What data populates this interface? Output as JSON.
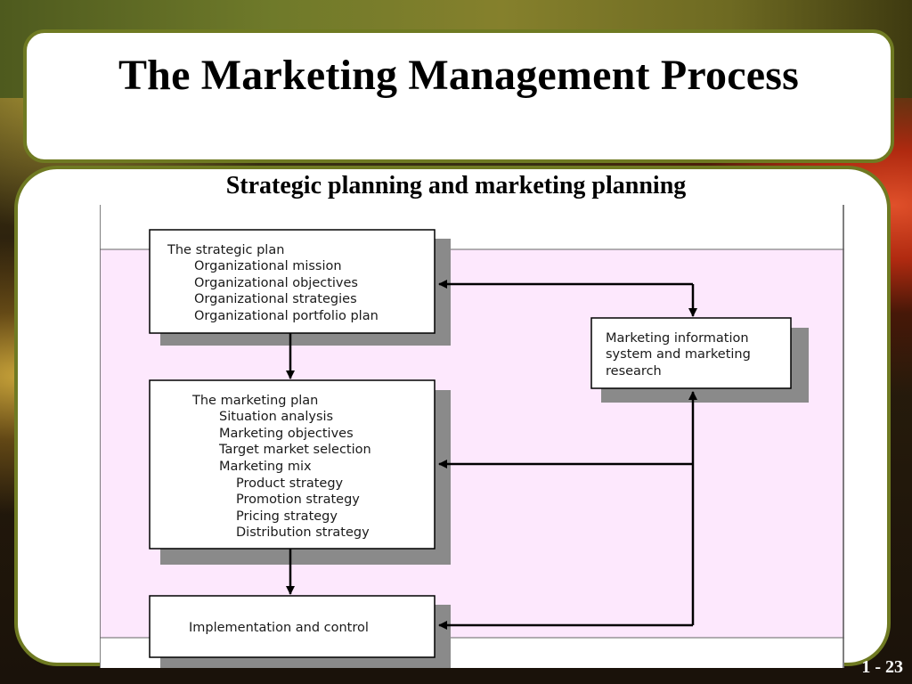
{
  "slide": {
    "title": "The Marketing Management Process",
    "subtitle": "Strategic planning and marketing planning",
    "slide_number": "1 - 23"
  },
  "diagram": {
    "strategic_plan": {
      "heading": "The strategic plan",
      "items": [
        "Organizational mission",
        "Organizational objectives",
        "Organizational strategies",
        "Organizational portfolio plan"
      ]
    },
    "marketing_plan": {
      "heading": "The marketing plan",
      "items": [
        "Situation analysis",
        "Marketing objectives",
        "Target market selection",
        "Marketing mix"
      ],
      "mix_items": [
        "Product strategy",
        "Promotion strategy",
        "Pricing strategy",
        "Distribution strategy"
      ]
    },
    "implementation": {
      "label": "Implementation and control"
    },
    "mis": {
      "lines": [
        "Marketing information",
        "system and marketing",
        "research"
      ]
    }
  },
  "colors": {
    "panel_border": "#6f7a22",
    "figure_background": "#fde8fd",
    "shadow": "#8a8a8a"
  }
}
